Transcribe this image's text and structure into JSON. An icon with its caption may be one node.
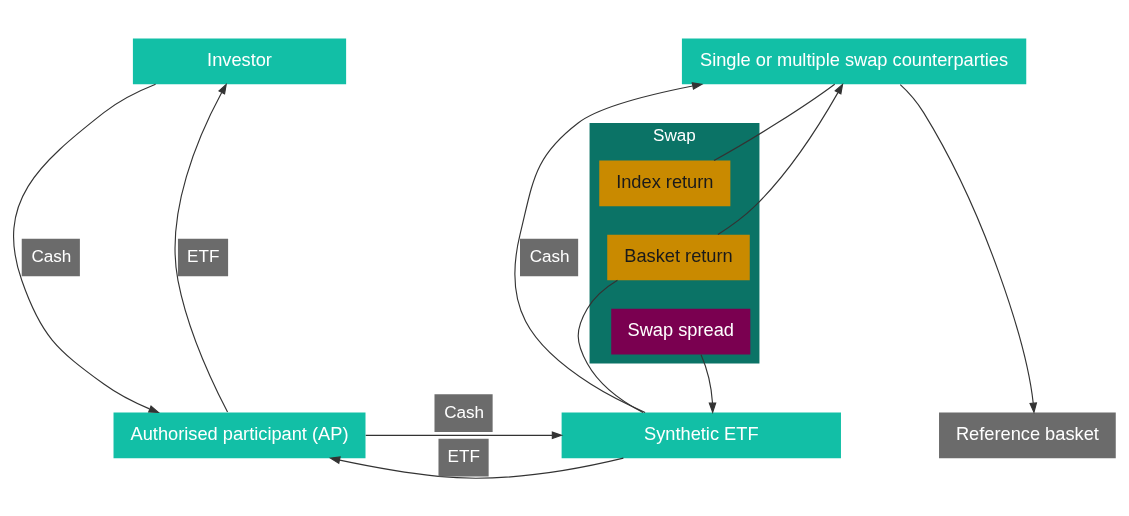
{
  "diagram": {
    "nodes": [
      {
        "text": [
          "Single or multiple swap counterparties"
        ]
      },
      {
        "text": [
          "Investor"
        ]
      },
      {
        "text": [
          "Swap"
        ]
      },
      {
        "text": [
          "Basket return"
        ],
        "in": 2
      },
      {
        "text": [
          "Index return"
        ],
        "in": 2
      },
      {
        "text": [
          "Swap spread"
        ],
        "in": 2
      },
      {
        "text": [
          "Authorised participant (AP)"
        ]
      },
      {
        "text": [
          "Synthetic ETF"
        ]
      },
      {
        "text": [
          "Reference basket"
        ]
      }
    ],
    "edges": [
      {
        "from": 1,
        "to": 6,
        "arrow": "to",
        "label": "Cash"
      },
      {
        "from": 6,
        "to": 1,
        "arrow": "to",
        "label": "ETF"
      },
      {
        "from": 7,
        "to": 6,
        "arrow": "to",
        "label": "ETF"
      },
      {
        "from": 6,
        "to": 7,
        "arrow": "to",
        "label": "Cash"
      },
      {
        "from": 7,
        "to": 3,
        "arrow": "none"
      },
      {
        "from": 3,
        "to": 0,
        "arrow": "to"
      },
      {
        "from": 0,
        "to": 4,
        "arrow": "none"
      },
      {
        "from": 5,
        "to": 7,
        "arrow": "to"
      },
      {
        "from": 7,
        "to": 0,
        "arrow": "to",
        "label": "Cash"
      },
      {
        "from": 0,
        "to": 8,
        "arrow": "to"
      }
    ]
  }
}
